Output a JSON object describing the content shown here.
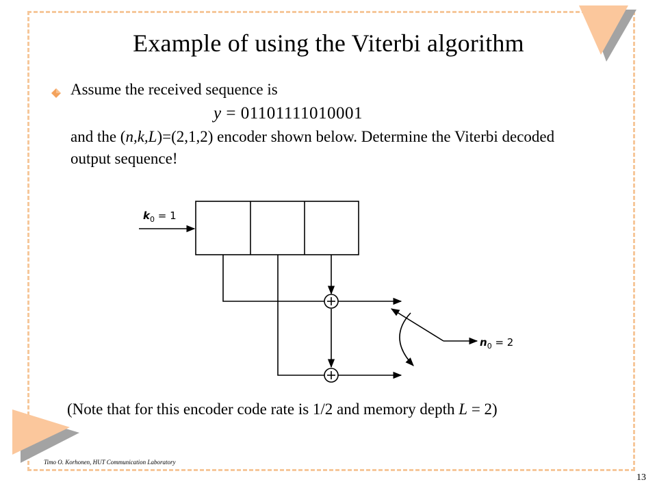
{
  "slide": {
    "title": "Example of using the Viterbi algorithm",
    "bullet_intro": "Assume the received sequence is",
    "equation_var": "y",
    "equation_eq": " = ",
    "equation_value": "01101111010001",
    "para_part1": "and the (",
    "para_italic": "n,k,L",
    "para_part2": ")=(2,1,2) encoder shown below. Determine the Viterbi decoded output sequence!",
    "note_part1": "(Note that for this encoder code rate is 1/2 and memory depth ",
    "note_italic": "L",
    "note_part2": " = 2)",
    "footer": "Timo O. Korhonen, HUT Communication Laboratory",
    "page_number": "13"
  },
  "diagram": {
    "input_label_var": "k",
    "input_label_sub": "0",
    "input_label_eq": " = 1",
    "output_label_var": "n",
    "output_label_sub": "0",
    "output_label_eq": " = 2"
  },
  "colors": {
    "accent_orange": "#fbc79c",
    "accent_shadow": "#a3a3a3",
    "border_dashed": "#f6c79a"
  }
}
